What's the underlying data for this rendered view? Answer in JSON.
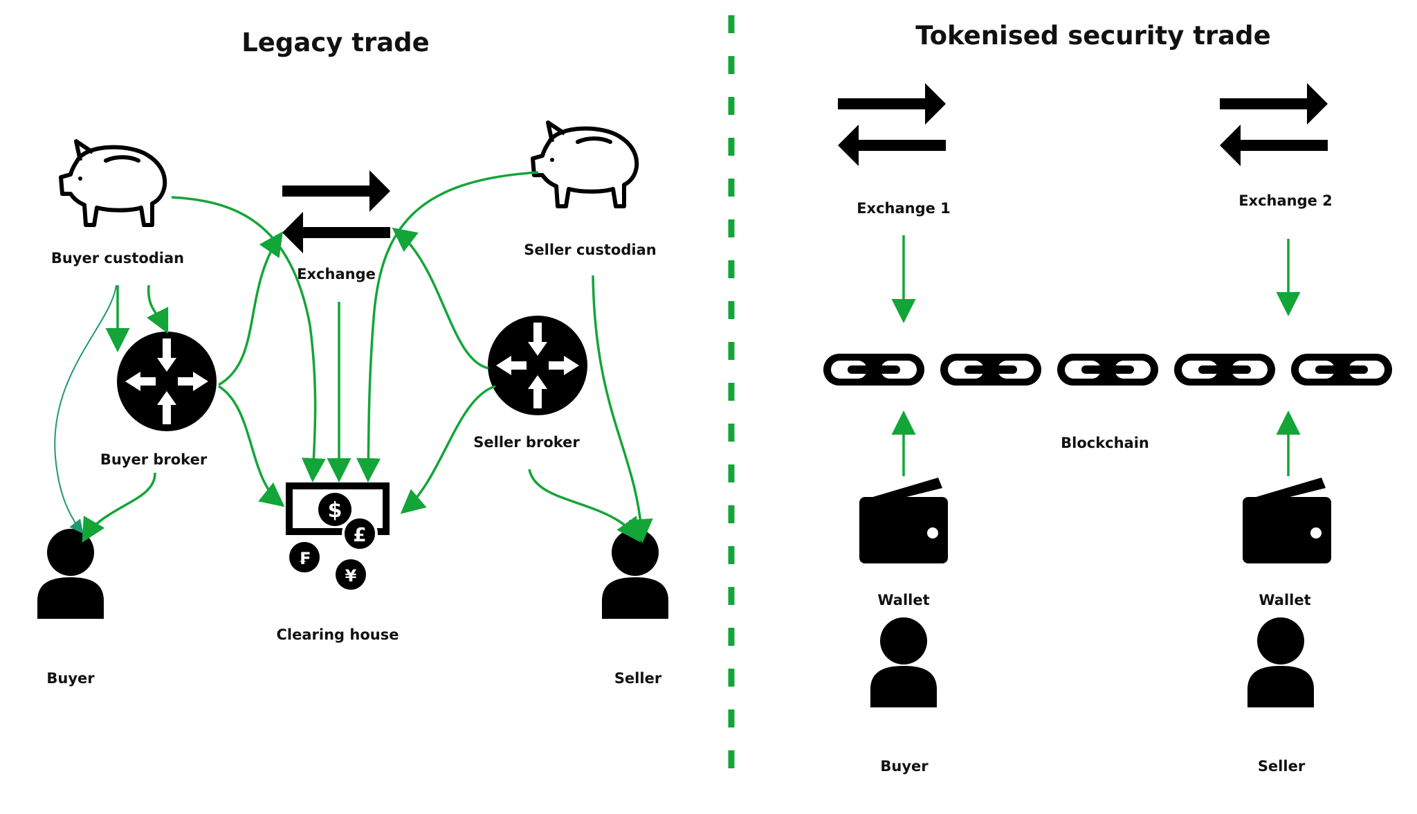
{
  "legacy": {
    "title": "Legacy trade",
    "buyer_custodian": "Buyer custodian",
    "exchange": "Exchange",
    "seller_custodian": "Seller custodian",
    "buyer_broker": "Buyer broker",
    "seller_broker": "Seller broker",
    "clearing_house": "Clearing house",
    "buyer": "Buyer",
    "seller": "Seller"
  },
  "tokenised": {
    "title": "Tokenised security trade",
    "exchange_1": "Exchange 1",
    "exchange_2": "Exchange 2",
    "blockchain": "Blockchain",
    "wallet_left": "Wallet",
    "wallet_right": "Wallet",
    "buyer": "Buyer",
    "seller": "Seller"
  },
  "icons": {
    "custodian": "piggy-bank-icon",
    "exchange": "exchange-arrows-icon",
    "broker": "broker-router-icon",
    "clearing_house": "currency-banknote-icon",
    "person": "person-icon",
    "blockchain": "chain-link-icon",
    "wallet": "wallet-icon"
  },
  "colors": {
    "arrow": "#13a538",
    "divider": "#13a538",
    "icon": "#000000",
    "text": "#111111"
  }
}
